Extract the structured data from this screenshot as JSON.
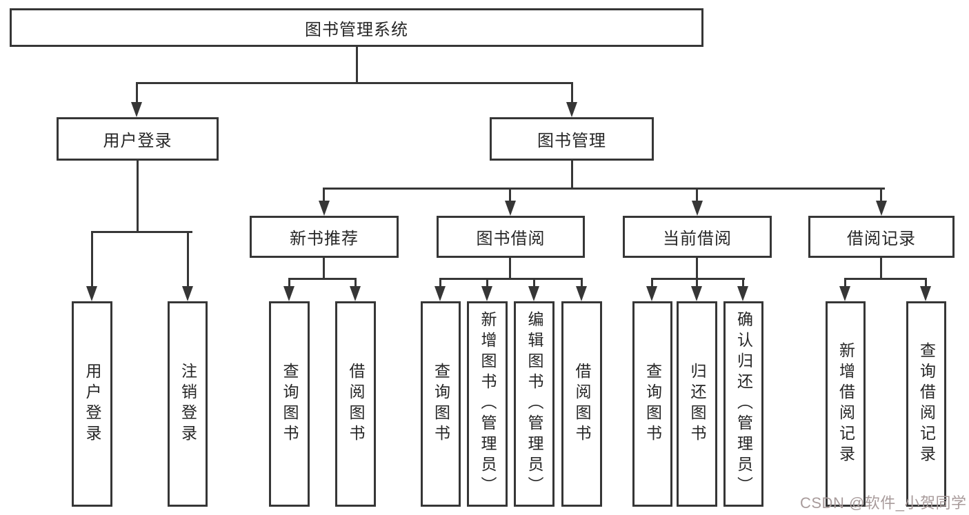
{
  "colors": {
    "line": "#363636",
    "text": "#262626",
    "bg": "#ffffff",
    "wm": "#a89b9b"
  },
  "watermark": {
    "text": "CSDN @软件_小贺同学"
  },
  "nodes": {
    "root": "图书管理系统",
    "user_login": "用户登录",
    "book_mgmt": "图书管理",
    "new_book": "新书推荐",
    "book_borrow": "图书借阅",
    "current_borrow": "当前借阅",
    "borrow_record": "借阅记录",
    "leaf_user_login": "用户登录",
    "leaf_logout": "注销登录",
    "leaf_nb_query": "查询图书",
    "leaf_nb_borrow": "借阅图书",
    "leaf_bb_query": "查询图书",
    "leaf_bb_add": "新增图书（管理员）",
    "leaf_bb_edit": "编辑图书（管理员）",
    "leaf_bb_borrow": "借阅图书",
    "leaf_cb_query": "查询图书",
    "leaf_cb_return": "归还图书",
    "leaf_cb_confirm": "确认归还（管理员）",
    "leaf_br_add": "新增借阅记录",
    "leaf_br_query": "查询借阅记录"
  },
  "hierarchy": {
    "图书管理系统": {
      "用户登录": [
        "用户登录",
        "注销登录"
      ],
      "图书管理": {
        "新书推荐": [
          "查询图书",
          "借阅图书"
        ],
        "图书借阅": [
          "查询图书",
          "新增图书（管理员）",
          "编辑图书（管理员）",
          "借阅图书"
        ],
        "当前借阅": [
          "查询图书",
          "归还图书",
          "确认归还（管理员）"
        ],
        "借阅记录": [
          "新增借阅记录",
          "查询借阅记录"
        ]
      }
    }
  }
}
